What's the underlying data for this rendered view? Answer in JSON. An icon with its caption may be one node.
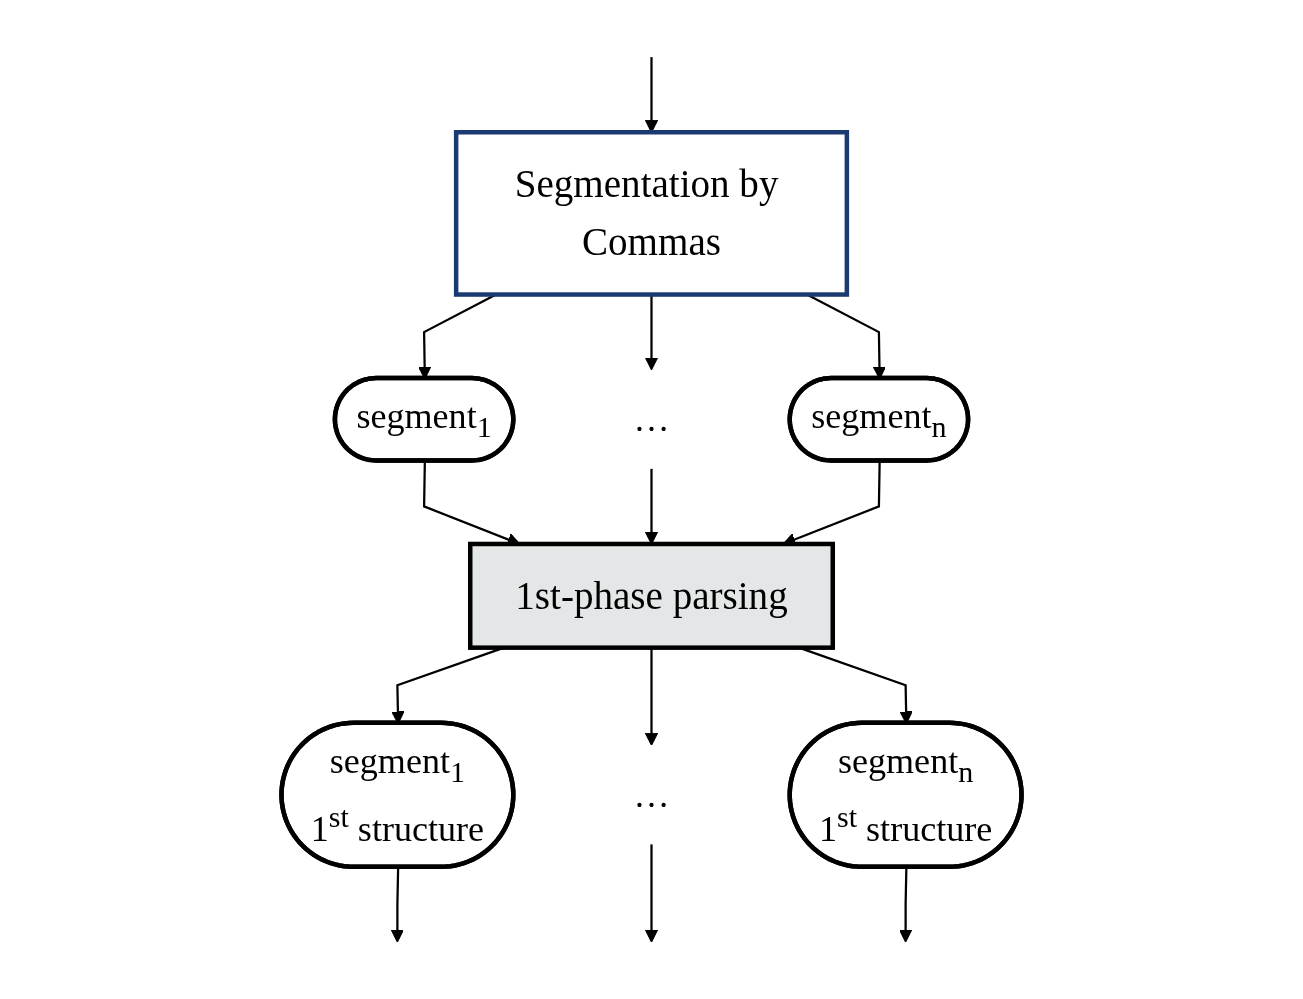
{
  "diagram": {
    "nodes": [
      {
        "text": [
          "Segmentation by Commas"
        ]
      },
      {
        "text": [
          "segment$_{1}$"
        ]
      },
      {
        "text": [
          "…"
        ]
      },
      {
        "text": [
          "segment$_{n}$"
        ]
      },
      {
        "text": [
          "1st-phase parsing"
        ]
      },
      {
        "text": [
          "segment$_{1}$",
          "1$^{st}$ structure"
        ]
      },
      {
        "text": [
          "…"
        ]
      },
      {
        "text": [
          "segment$_{n}$",
          "1$^{st}$ structure"
        ]
      }
    ],
    "edges": [
      {
        "from": null,
        "to": 0,
        "arrow": "to"
      },
      {
        "from": 0,
        "to": 1,
        "arrow": "to"
      },
      {
        "from": 0,
        "to": 2,
        "arrow": "to"
      },
      {
        "from": 0,
        "to": 3,
        "arrow": "to"
      },
      {
        "from": 1,
        "to": 4,
        "arrow": "to"
      },
      {
        "from": 2,
        "to": 4,
        "arrow": "to"
      },
      {
        "from": 3,
        "to": 4,
        "arrow": "to"
      },
      {
        "from": 4,
        "to": 5,
        "arrow": "to"
      },
      {
        "from": 4,
        "to": 6,
        "arrow": "to"
      },
      {
        "from": 4,
        "to": 7,
        "arrow": "to"
      },
      {
        "from": 5,
        "to": null,
        "arrow": "to"
      },
      {
        "from": 6,
        "to": null,
        "arrow": "to"
      },
      {
        "from": 7,
        "to": null,
        "arrow": "to"
      }
    ]
  }
}
